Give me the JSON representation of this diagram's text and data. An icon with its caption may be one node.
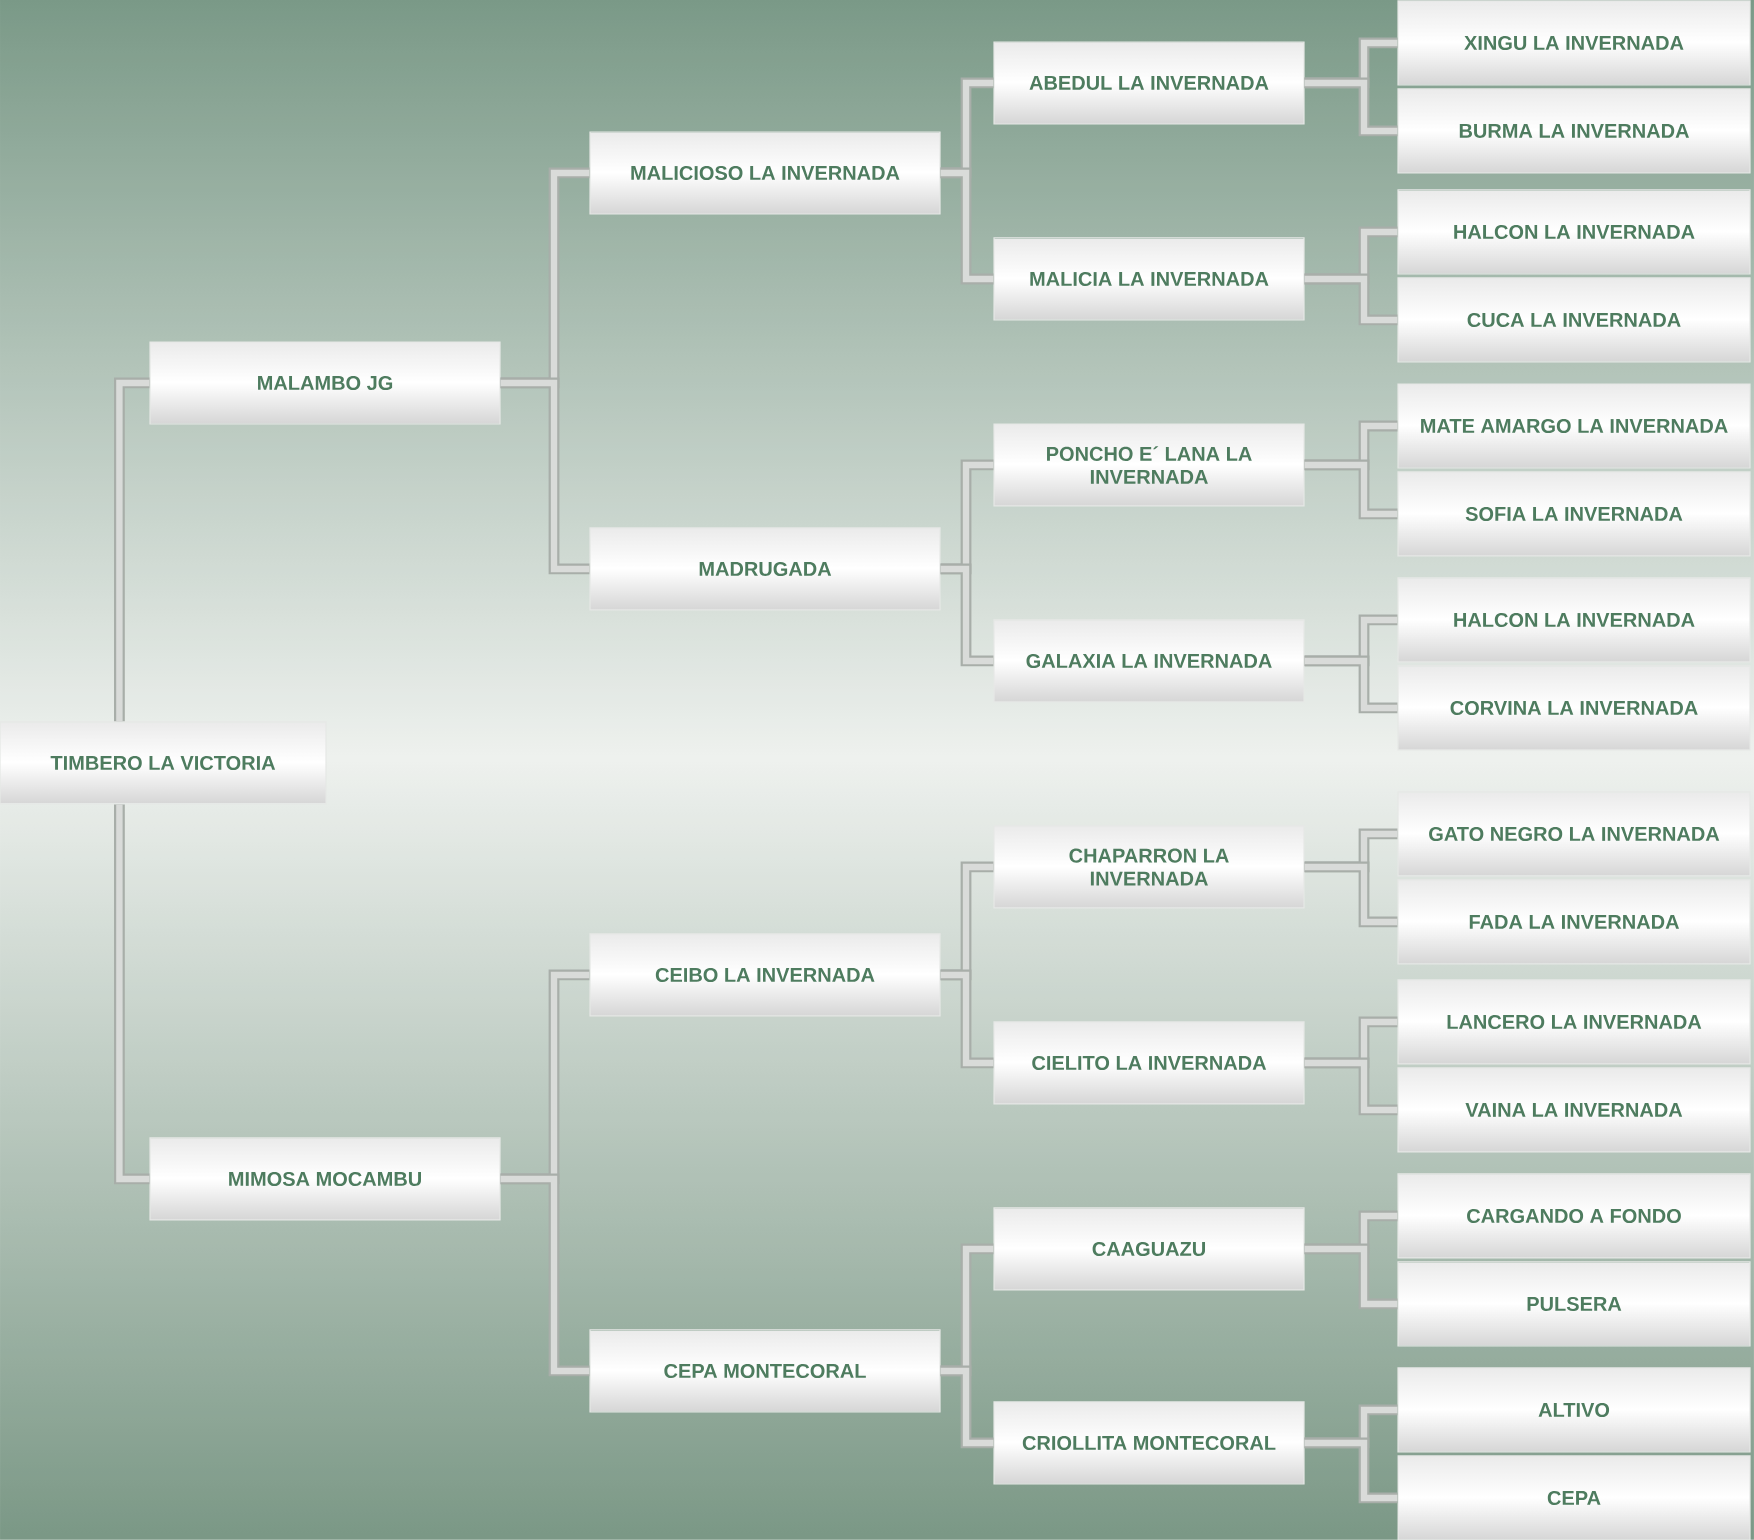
{
  "diagram": {
    "nodes": [
      {
        "text": [
          "TIMBERO LA VICTORIA"
        ]
      },
      {
        "text": [
          "MALAMBO JG"
        ]
      },
      {
        "text": [
          "MIMOSA MOCAMBU"
        ]
      },
      {
        "text": [
          "MALICIOSO LA INVERNADA"
        ]
      },
      {
        "text": [
          "MADRUGADA"
        ]
      },
      {
        "text": [
          "CEIBO LA INVERNADA"
        ]
      },
      {
        "text": [
          "CEPA MONTECORAL"
        ]
      },
      {
        "text": [
          "ABEDUL LA INVERNADA"
        ]
      },
      {
        "text": [
          "MALICIA LA INVERNADA"
        ]
      },
      {
        "text": [
          "PONCHO E´ LANA LA INVERNADA"
        ]
      },
      {
        "text": [
          "GALAXIA LA INVERNADA"
        ]
      },
      {
        "text": [
          "CHAPARRON LA INVERNADA"
        ]
      },
      {
        "text": [
          "CIELITO LA INVERNADA"
        ]
      },
      {
        "text": [
          "CAAGUAZU"
        ]
      },
      {
        "text": [
          "CRIOLLITA MONTECORAL"
        ]
      },
      {
        "text": [
          "XINGU LA INVERNADA"
        ]
      },
      {
        "text": [
          "BURMA LA INVERNADA"
        ]
      },
      {
        "text": [
          "HALCON LA INVERNADA"
        ]
      },
      {
        "text": [
          "CUCA LA INVERNADA"
        ]
      },
      {
        "text": [
          "MATE AMARGO LA INVERNADA"
        ]
      },
      {
        "text": [
          "SOFIA LA INVERNADA"
        ]
      },
      {
        "text": [
          "HALCON LA INVERNADA"
        ]
      },
      {
        "text": [
          "CORVINA LA INVERNADA"
        ]
      },
      {
        "text": [
          "GATO NEGRO LA INVERNADA"
        ]
      },
      {
        "text": [
          "FADA LA INVERNADA"
        ]
      },
      {
        "text": [
          "LANCERO LA INVERNADA"
        ]
      },
      {
        "text": [
          "VAINA LA INVERNADA"
        ]
      },
      {
        "text": [
          "CARGANDO A FONDO"
        ]
      },
      {
        "text": [
          "PULSERA"
        ]
      },
      {
        "text": [
          "ALTIVO"
        ]
      },
      {
        "text": [
          "CEPA"
        ]
      }
    ],
    "edges": [
      {
        "from": 0,
        "to": 1,
        "arrow": "none"
      },
      {
        "from": 0,
        "to": 2,
        "arrow": "none"
      },
      {
        "from": 1,
        "to": 3,
        "arrow": "none"
      },
      {
        "from": 1,
        "to": 4,
        "arrow": "none"
      },
      {
        "from": 2,
        "to": 5,
        "arrow": "none"
      },
      {
        "from": 2,
        "to": 6,
        "arrow": "none"
      },
      {
        "from": 3,
        "to": 7,
        "arrow": "none"
      },
      {
        "from": 3,
        "to": 8,
        "arrow": "none"
      },
      {
        "from": 4,
        "to": 9,
        "arrow": "none"
      },
      {
        "from": 4,
        "to": 10,
        "arrow": "none"
      },
      {
        "from": 5,
        "to": 11,
        "arrow": "none"
      },
      {
        "from": 5,
        "to": 12,
        "arrow": "none"
      },
      {
        "from": 6,
        "to": 13,
        "arrow": "none"
      },
      {
        "from": 6,
        "to": 14,
        "arrow": "none"
      },
      {
        "from": 7,
        "to": 15,
        "arrow": "none"
      },
      {
        "from": 7,
        "to": 16,
        "arrow": "none"
      },
      {
        "from": 8,
        "to": 17,
        "arrow": "none"
      },
      {
        "from": 8,
        "to": 18,
        "arrow": "none"
      },
      {
        "from": 9,
        "to": 19,
        "arrow": "none"
      },
      {
        "from": 9,
        "to": 20,
        "arrow": "none"
      },
      {
        "from": 10,
        "to": 21,
        "arrow": "none"
      },
      {
        "from": 10,
        "to": 22,
        "arrow": "none"
      },
      {
        "from": 11,
        "to": 23,
        "arrow": "none"
      },
      {
        "from": 11,
        "to": 24,
        "arrow": "none"
      },
      {
        "from": 12,
        "to": 25,
        "arrow": "none"
      },
      {
        "from": 12,
        "to": 26,
        "arrow": "none"
      },
      {
        "from": 13,
        "to": 27,
        "arrow": "none"
      },
      {
        "from": 13,
        "to": 28,
        "arrow": "none"
      },
      {
        "from": 14,
        "to": 29,
        "arrow": "none"
      },
      {
        "from": 14,
        "to": 30,
        "arrow": "none"
      }
    ]
  }
}
